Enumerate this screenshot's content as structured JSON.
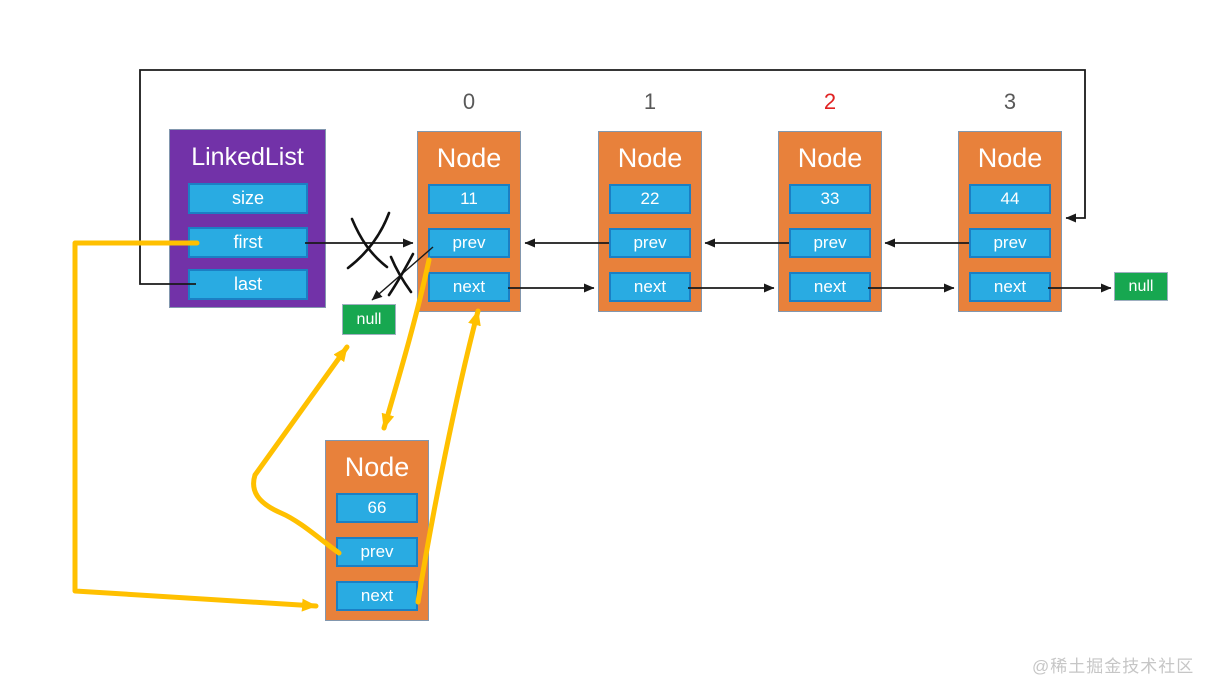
{
  "linked_list": {
    "title": "LinkedList",
    "fields": [
      "size",
      "first",
      "last"
    ]
  },
  "nodes": [
    {
      "index": "0",
      "index_color": "#595959",
      "title": "Node",
      "value": "11",
      "prev_label": "prev",
      "next_label": "next"
    },
    {
      "index": "1",
      "index_color": "#595959",
      "title": "Node",
      "value": "22",
      "prev_label": "prev",
      "next_label": "next"
    },
    {
      "index": "2",
      "index_color": "#E02222",
      "title": "Node",
      "value": "33",
      "prev_label": "prev",
      "next_label": "next"
    },
    {
      "index": "3",
      "index_color": "#595959",
      "title": "Node",
      "value": "44",
      "prev_label": "prev",
      "next_label": "next"
    }
  ],
  "new_node": {
    "title": "Node",
    "value": "66",
    "prev_label": "prev",
    "next_label": "next"
  },
  "null_head": "null",
  "null_tail": "null",
  "watermark": "@稀土掘金技术社区",
  "colors": {
    "list_fill": "#7232A8",
    "node_fill": "#E8813B",
    "field_fill": "#29ABE2",
    "null_fill": "#17A750",
    "pointer_black": "#1A1A1A",
    "pointer_yellow": "#FFC000",
    "index_highlight": "#E02222",
    "index_default": "#595959"
  }
}
